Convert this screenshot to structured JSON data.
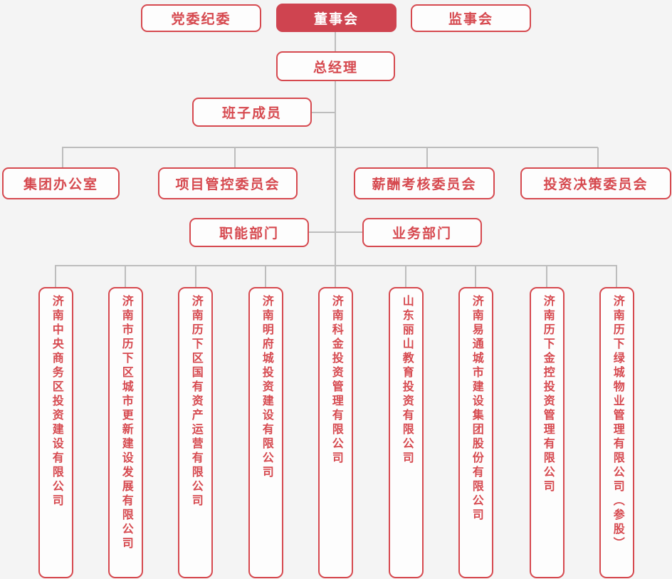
{
  "palette": {
    "page_background": "#f4f4f4",
    "accent_red": "#d6494f",
    "filled_red": "#cf4450",
    "node_background": "#fdfdfd",
    "connector_gray": "#bdbdbd",
    "text_on_filled": "#ffffff"
  },
  "org": {
    "top": [
      {
        "label": "党委纪委"
      },
      {
        "label": "董事会"
      },
      {
        "label": "监事会"
      }
    ],
    "general_manager": {
      "label": "总经理"
    },
    "team": {
      "label": "班子成员"
    },
    "committees": [
      {
        "label": "集团办公室"
      },
      {
        "label": "项目管控委员会"
      },
      {
        "label": "薪酬考核委员会"
      },
      {
        "label": "投资决策委员会"
      }
    ],
    "departments": [
      {
        "label": "职能部门"
      },
      {
        "label": "业务部门"
      }
    ],
    "subsidiaries": [
      {
        "label": "济南中央商务区投资建设有限公司"
      },
      {
        "label": "济南市历下区城市更新建设发展有限公司"
      },
      {
        "label": "济南历下区国有资产运营有限公司"
      },
      {
        "label": "济南明府城投资建设有限公司"
      },
      {
        "label": "济南科金投资管理有限公司"
      },
      {
        "label": "山东丽山教育投资有限公司"
      },
      {
        "label": "济南易通城市建设集团股份有限公司"
      },
      {
        "label": "济南历下金控投资管理有限公司"
      },
      {
        "label": "济南历下绿城物业管理有限公司（参股）"
      }
    ]
  }
}
